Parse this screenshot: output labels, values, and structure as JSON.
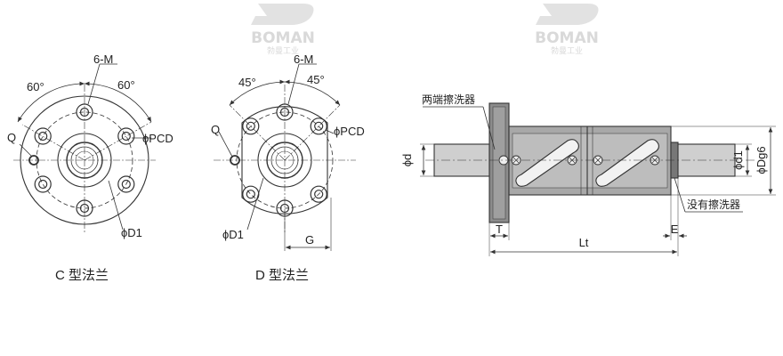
{
  "watermarks": [
    {
      "brand": "BOMAN",
      "sub": "勃曼工业"
    },
    {
      "brand": "BOMAN",
      "sub": "勃曼工业"
    }
  ],
  "flange_c": {
    "caption": "C 型法兰",
    "label_holes": "6-M",
    "angle_left": "60°",
    "angle_right": "60°",
    "label_q": "Q",
    "label_pcd": "ϕPCD",
    "label_d1": "ϕD1"
  },
  "flange_d": {
    "caption": "D 型法兰",
    "label_holes": "6-M",
    "angle_left": "45°",
    "angle_right": "45°",
    "label_q": "Q",
    "label_pcd": "ϕPCD",
    "label_d1": "ϕD1",
    "label_g": "G"
  },
  "side_view": {
    "label_wiper_both": "两端擦洗器",
    "label_no_wiper": "没有擦洗器",
    "label_d": "ϕd",
    "label_d1": "ϕd1",
    "label_dg6": "ϕDg6",
    "label_t": "T",
    "label_lt": "Lt",
    "label_e": "E"
  },
  "colors": {
    "line": "#333333",
    "watermark": "#d9d9d9"
  }
}
